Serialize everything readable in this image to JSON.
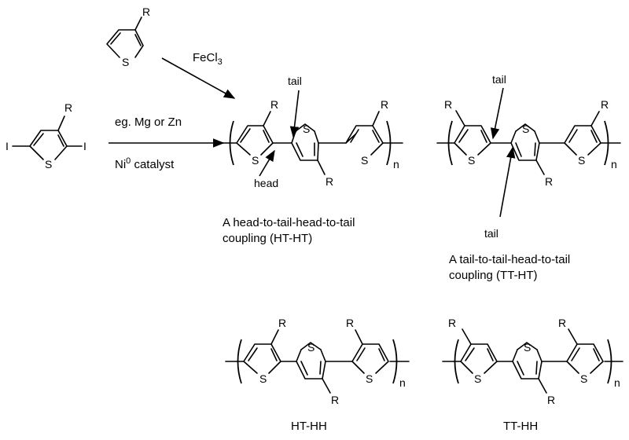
{
  "atoms": {
    "R": "R",
    "S": "S",
    "I": "I",
    "n": "n"
  },
  "reagents": {
    "fecl3_main": "FeCl",
    "fecl3_sub": "3",
    "mg_zn": "eg. Mg or Zn",
    "ni_main": "Ni",
    "ni_sup": "0",
    "ni_rest": " catalyst"
  },
  "annotations": {
    "tail": "tail",
    "head": "head"
  },
  "captions": {
    "htht_line1": "A head-to-tail-head-to-tail",
    "htht_line2": "coupling (HT-HT)",
    "ttht_line1": "A tail-to-tail-head-to-tail",
    "ttht_line2": "coupling (TT-HT)",
    "hthh": "HT-HH",
    "tthh": "TT-HH"
  }
}
